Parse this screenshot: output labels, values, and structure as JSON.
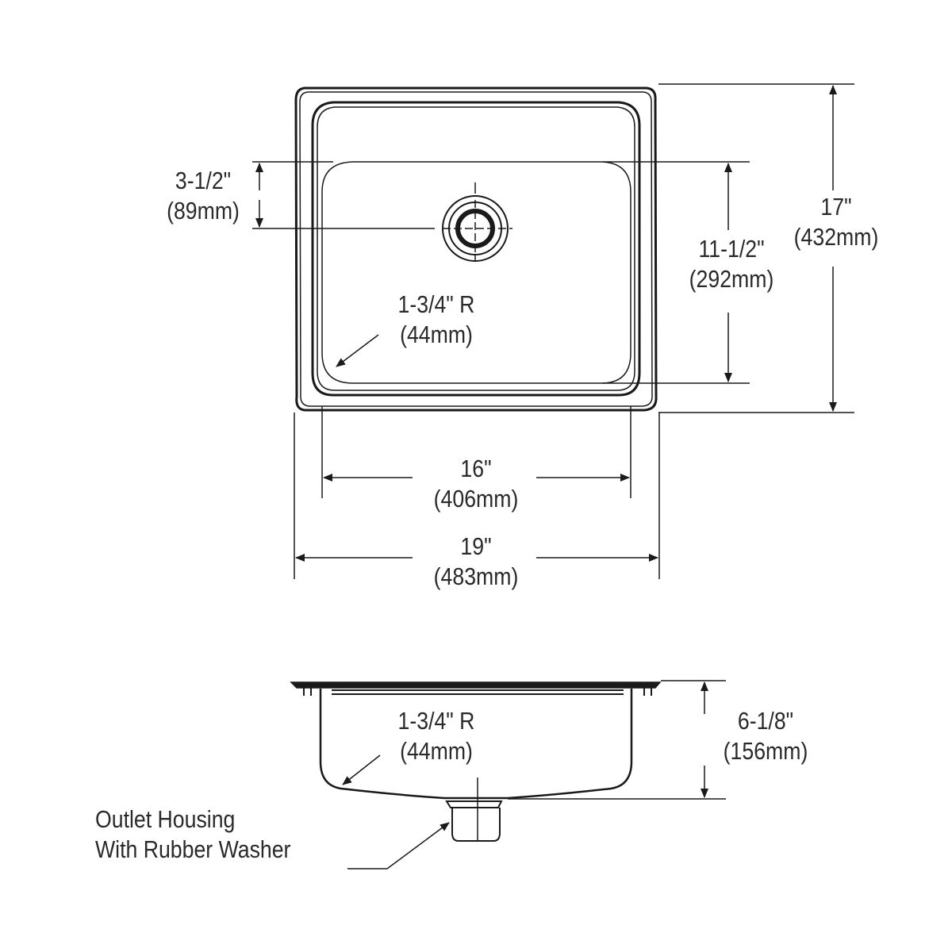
{
  "drawing": {
    "colors": {
      "line": "#1a1a1a",
      "text": "#2a2a2a",
      "background": "#ffffff"
    },
    "top_view": {
      "drain_offset": {
        "imperial": "3-1/2\"",
        "metric": "(89mm)"
      },
      "corner_radius": {
        "imperial": "1-3/4\" R",
        "metric": "(44mm)"
      },
      "bowl_depth_front_back": {
        "imperial": "11-1/2\"",
        "metric": "(292mm)"
      },
      "overall_front_back": {
        "imperial": "17\"",
        "metric": "(432mm)"
      },
      "bowl_width": {
        "imperial": "16\"",
        "metric": "(406mm)"
      },
      "overall_width": {
        "imperial": "19\"",
        "metric": "(483mm)"
      }
    },
    "side_view": {
      "corner_radius": {
        "imperial": "1-3/4\" R",
        "metric": "(44mm)"
      },
      "depth": {
        "imperial": "6-1/8\"",
        "metric": "(156mm)"
      },
      "callout": {
        "line1": "Outlet Housing",
        "line2": "With Rubber Washer"
      }
    }
  }
}
